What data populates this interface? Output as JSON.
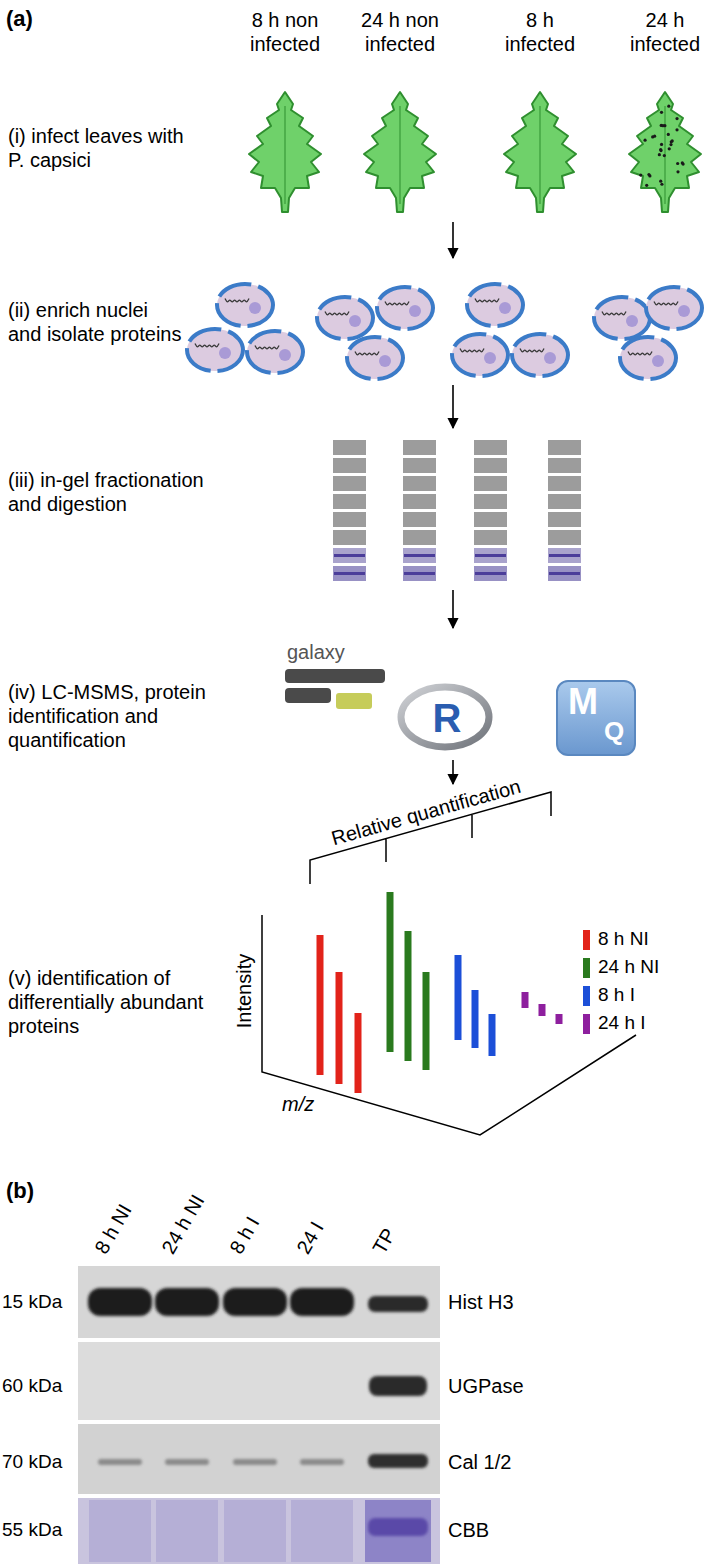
{
  "diagram": {
    "nodes": [
      {
        "text": [
          "M",
          "Q"
        ]
      }
    ],
    "labels": [
      "(a)",
      "8 h non infected",
      "24 h non infected",
      "8 h infected",
      "24 h infected",
      "(i) infect leaves with P. capsici",
      "(ii) enrich nuclei and isolate proteins",
      "(iii) in-gel fractionation and digestion",
      "(iv) LC-MSMS, protein identification and quantification",
      "galaxy",
      "R",
      "Relative quantification",
      "Intensity",
      "m/z",
      "(v) identification of differentially abundant proteins",
      "(b)",
      "8 h NI",
      "24 h NI",
      "8 h I",
      "24 I",
      "TP",
      "15 kDa",
      "60 kDa",
      "70 kDa",
      "55 kDa",
      "Hist H3",
      "UGPase",
      "Cal 1/2",
      "CBB"
    ],
    "legend": [
      {
        "text": "8 h NI",
        "color": "#e2231a"
      },
      {
        "text": "24 h NI",
        "color": "#2a7a1e"
      },
      {
        "text": "8 h I",
        "color": "#1c4fd8"
      },
      {
        "text": "24 h I",
        "color": "#8e1f9e"
      }
    ]
  }
}
